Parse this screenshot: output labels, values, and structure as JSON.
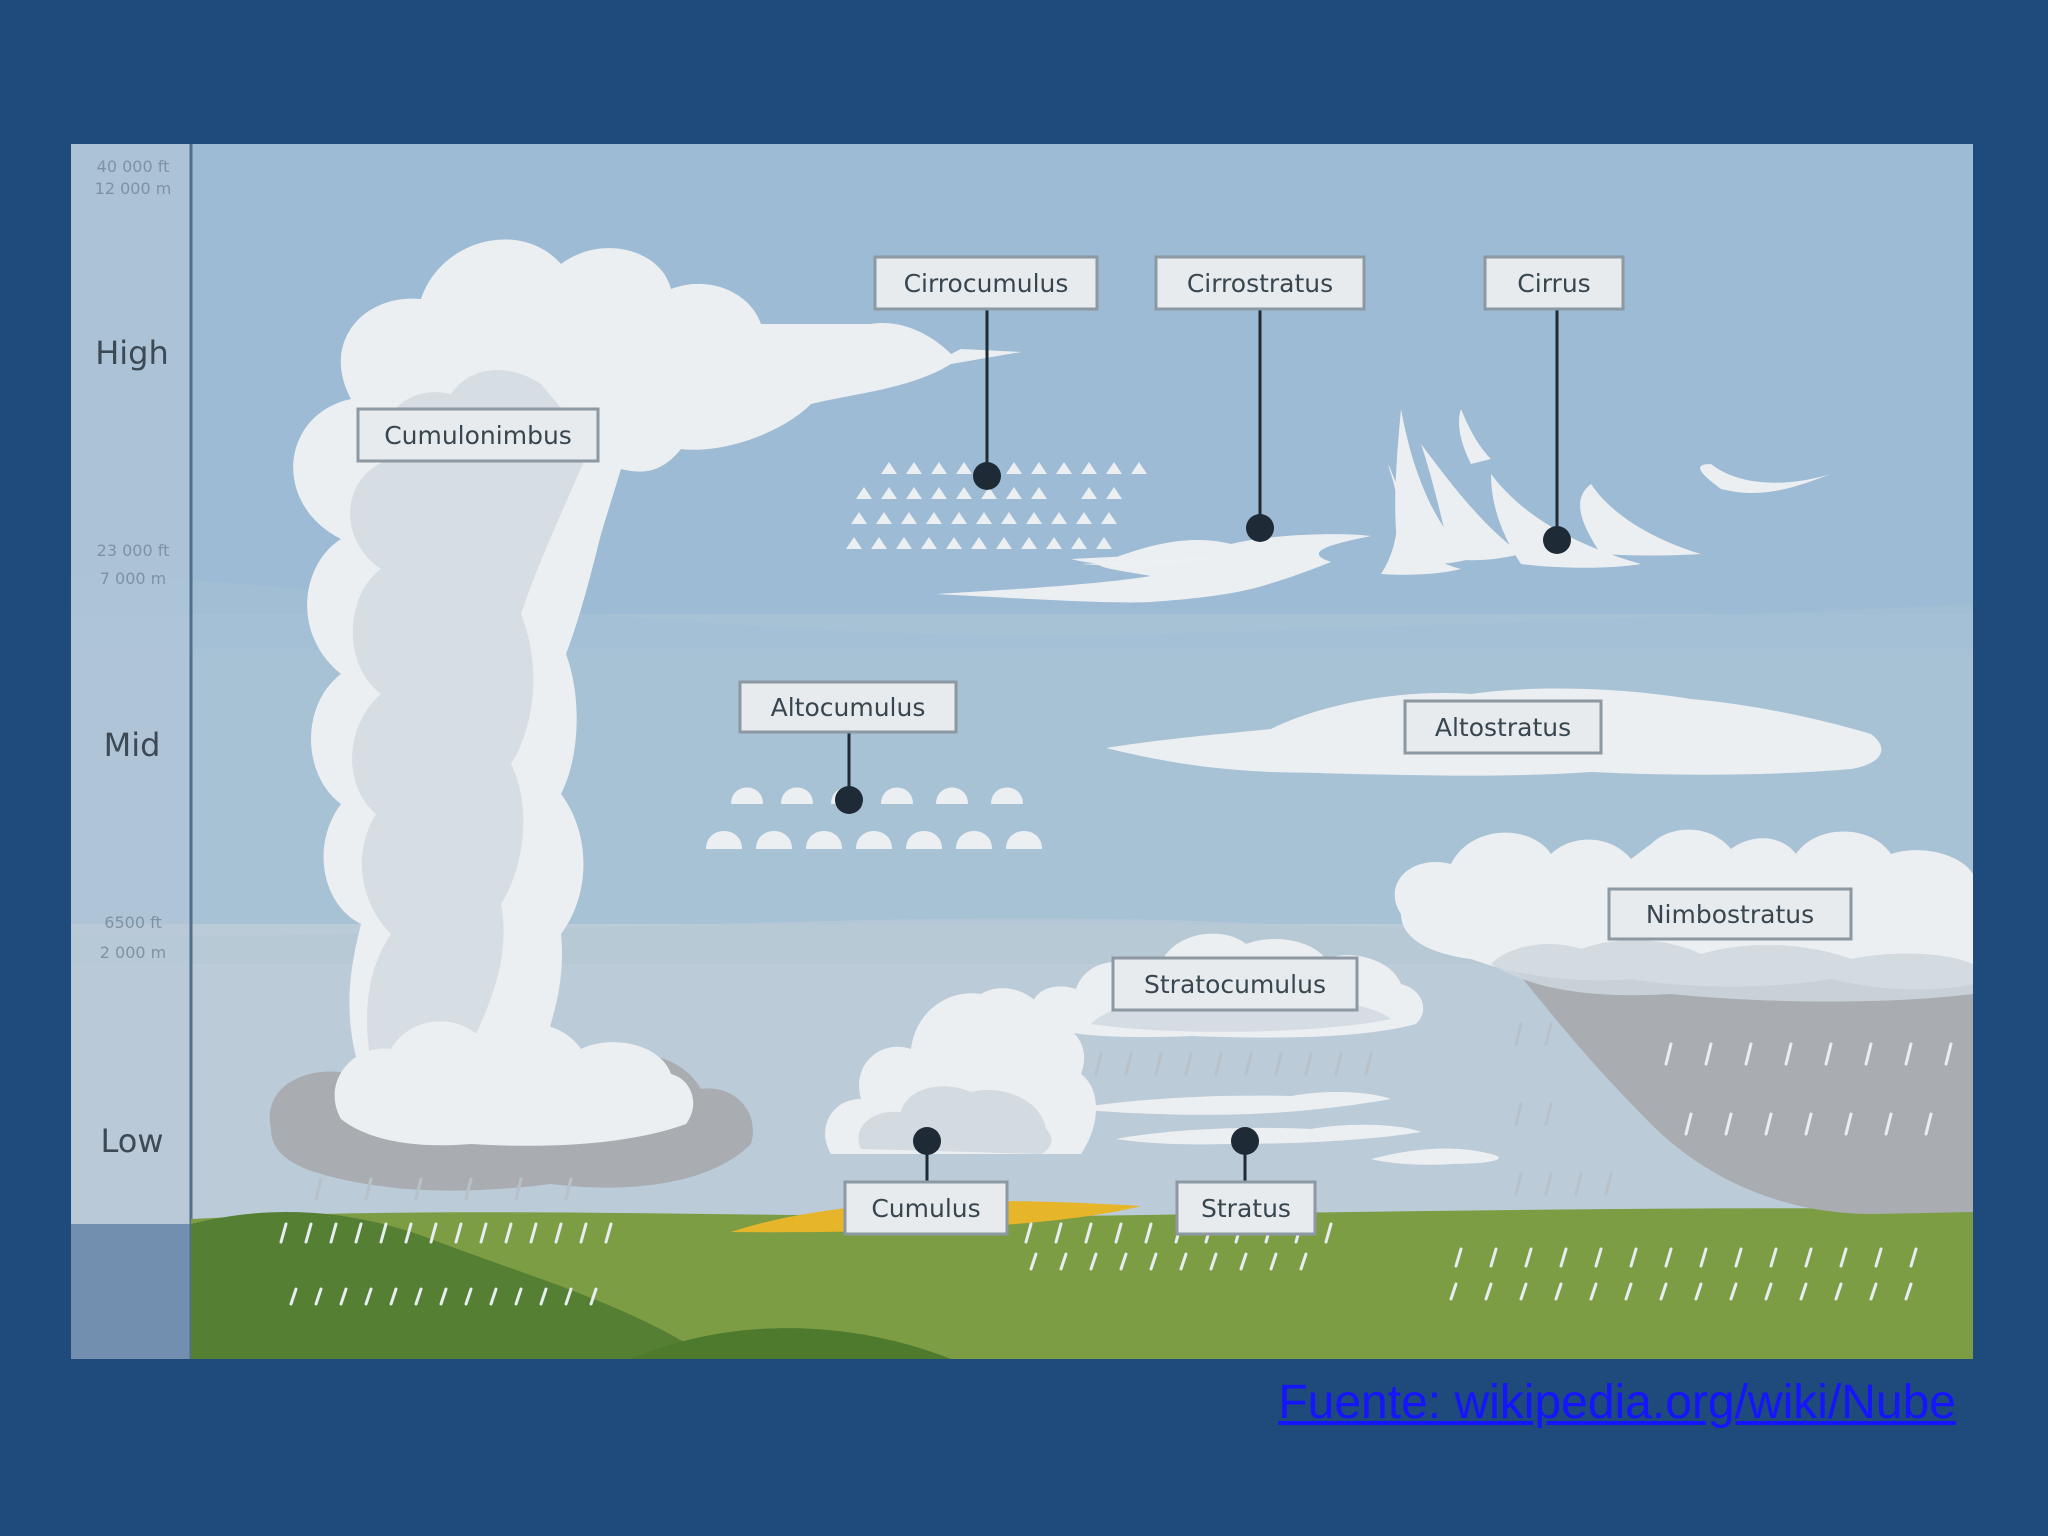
{
  "altitude_bands": {
    "high": "High",
    "mid": "Mid",
    "low": "Low"
  },
  "altitude_marks": [
    {
      "ft": "40 000 ft",
      "m": "12 000 m"
    },
    {
      "ft": "23 000 ft",
      "m": "7 000 m"
    },
    {
      "ft": "6500 ft",
      "m": "2 000 m"
    }
  ],
  "cloud_labels": {
    "cirrocumulus": "Cirrocumulus",
    "cirrostratus": "Cirrostratus",
    "cirrus": "Cirrus",
    "cumulonimbus": "Cumulonimbus",
    "altocumulus": "Altocumulus",
    "altostratus": "Altostratus",
    "nimbostratus": "Nimbostratus",
    "stratocumulus": "Stratocumulus",
    "cumulus": "Cumulus",
    "stratus": "Stratus"
  },
  "colors": {
    "slide_background": "#1f4a7c",
    "sky_high": "#9dbbd4",
    "sky_mid": "#a7c1d5",
    "sky_low": "#bccbd8",
    "grass": "#7d9d45",
    "hill": "#557f32",
    "cloud": "#eceff2",
    "storm_cloud": "#a9adb2",
    "link": "#1414ff"
  },
  "source_link": "Fuente: wikipedia.org/wiki/Nube"
}
